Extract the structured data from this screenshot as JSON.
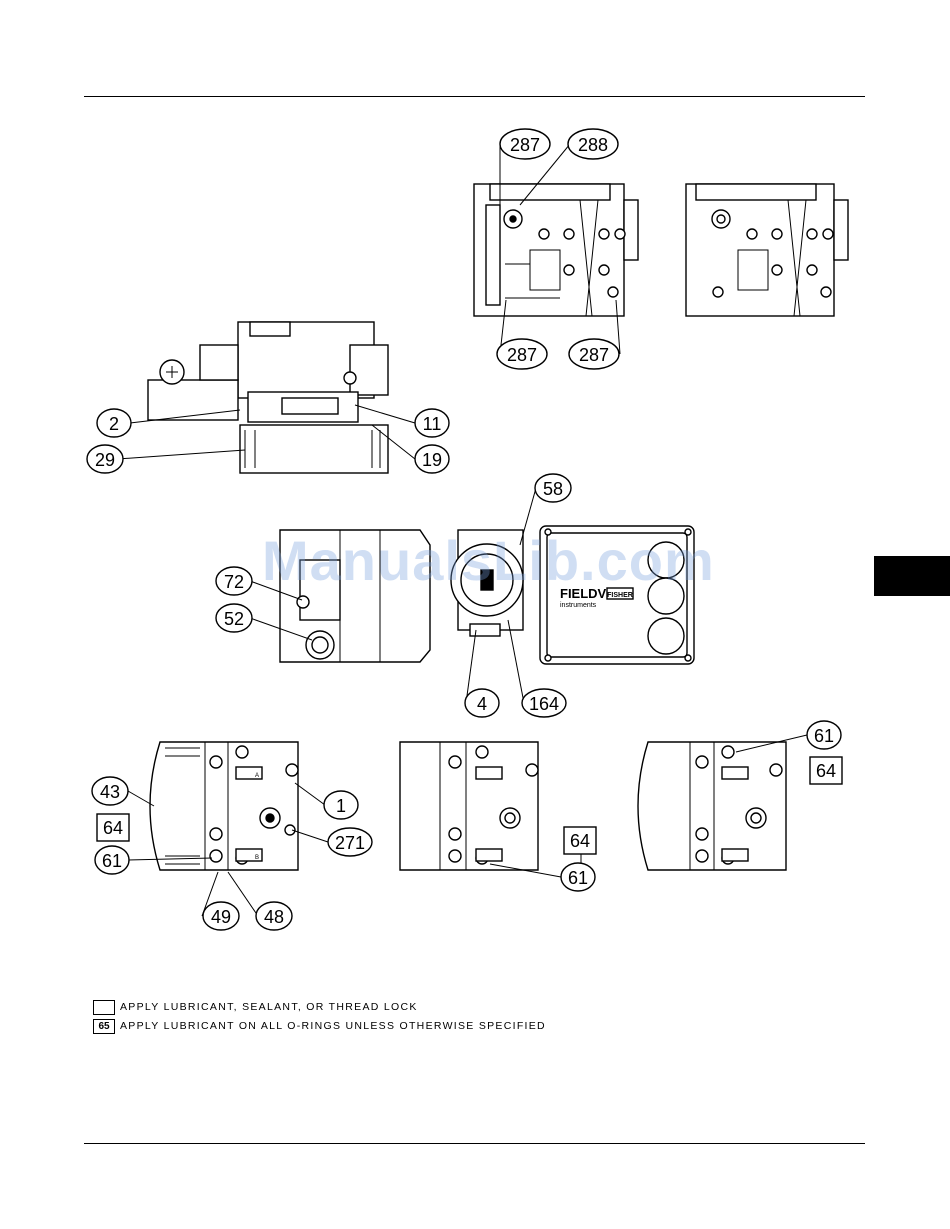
{
  "watermark": "ManualsLib.com",
  "callouts": {
    "top_287_a": "287",
    "top_288": "288",
    "top_287_b": "287",
    "top_287_c": "287",
    "c2": "2",
    "c11": "11",
    "c29": "29",
    "c19": "19",
    "c58": "58",
    "c72": "72",
    "c52": "52",
    "c4": "4",
    "c164": "164",
    "c61_r": "61",
    "c64_r": "64",
    "c43": "43",
    "c1": "1",
    "c64_l": "64",
    "c271": "271",
    "c61_l": "61",
    "c49": "49",
    "c48": "48",
    "c64_m": "64",
    "c61_m": "61"
  },
  "nameplate": {
    "brand": "FIELDVUE",
    "sub": "instruments",
    "maker": "FISHER"
  },
  "port_labels": {
    "output_a": "A",
    "output_b": "B"
  },
  "legend": [
    {
      "key": "",
      "text": "APPLY LUBRICANT, SEALANT, OR THREAD LOCK"
    },
    {
      "key": "65",
      "text": "APPLY LUBRICANT ON ALL O-RINGS UNLESS OTHERWISE SPECIFIED"
    }
  ]
}
